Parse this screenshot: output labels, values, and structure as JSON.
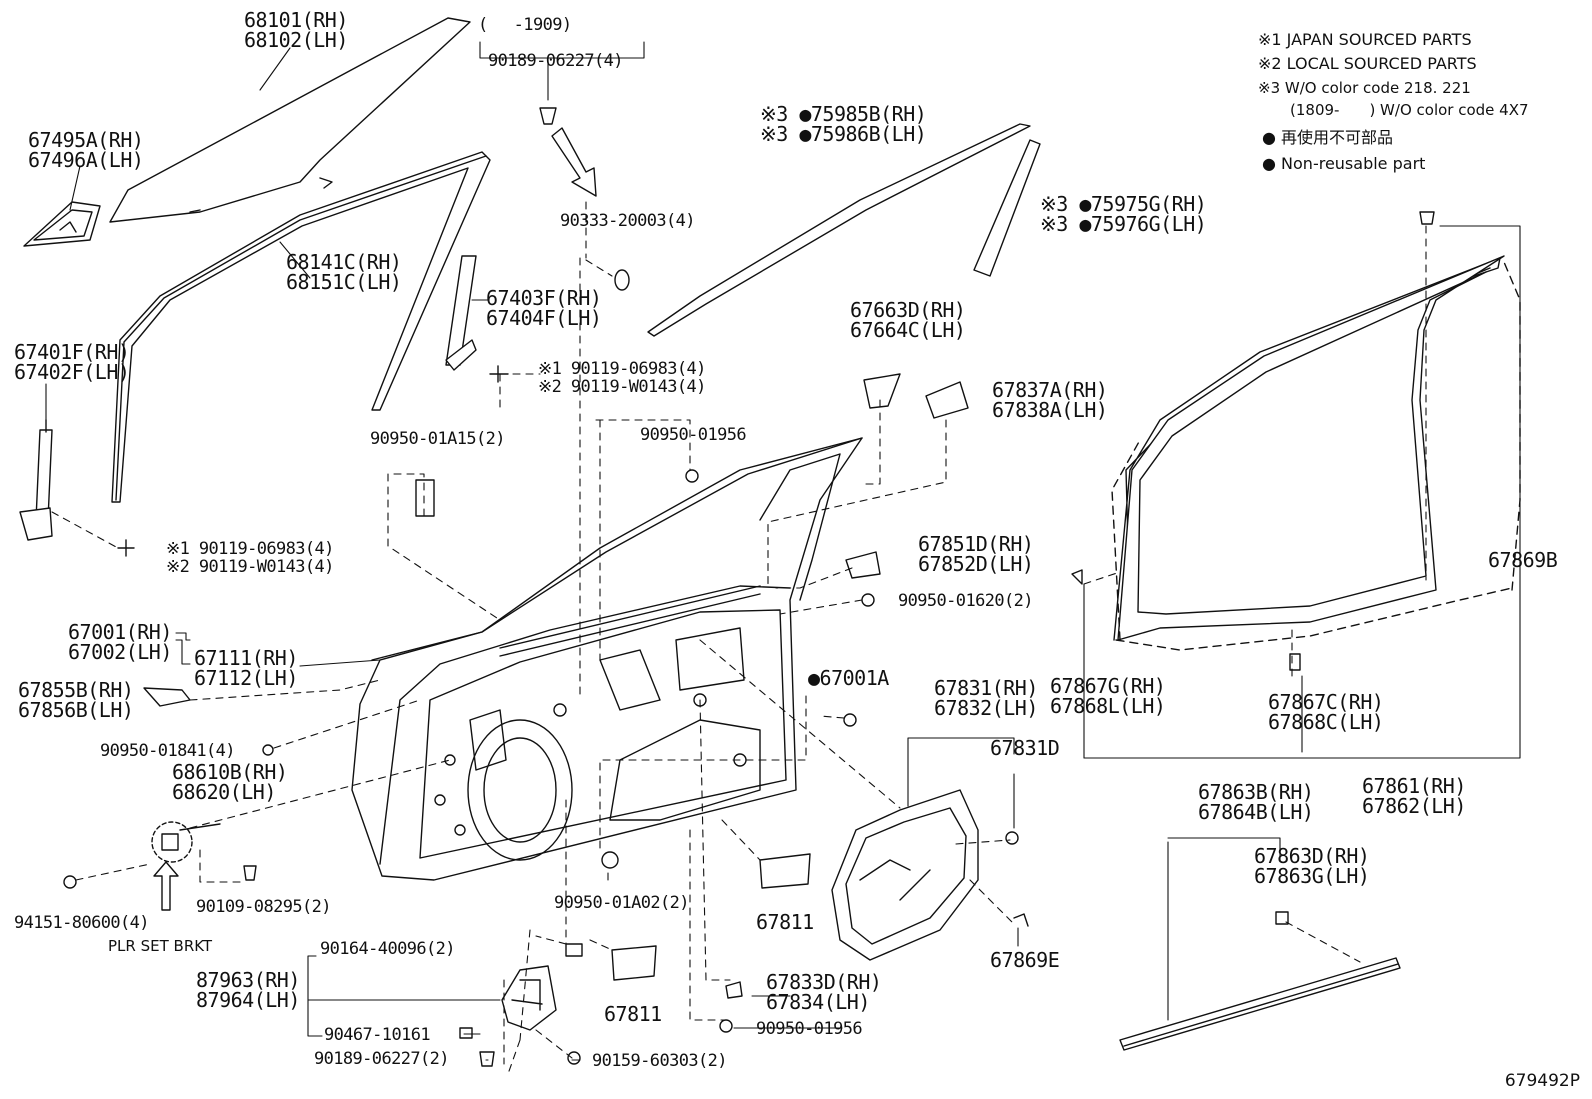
{
  "notes": [
    "※1 JAPAN SOURCED PARTS",
    "※2 LOCAL SOURCED PARTS",
    "※3 W/O color code 218. 221",
    "(1809-　　) W/O color code 4X7",
    "● 再使用不可部品",
    "● Non-reusable part"
  ],
  "figure_number": "679492P",
  "icons": [
    "non-reusable-dot-icon",
    "arrow-down-icon",
    "arrow-up-icon"
  ],
  "labels": [
    {
      "name": "label-68101",
      "lines": [
        "68101(RH)",
        "68102(LH)"
      ]
    },
    {
      "name": "label-67495a",
      "lines": [
        "67495A(RH)",
        "67496A(LH)"
      ]
    },
    {
      "name": "label-68141c",
      "lines": [
        "68141C(RH)",
        "68151C(LH)"
      ]
    },
    {
      "name": "label-67401f",
      "lines": [
        "67401F(RH)",
        "67402F(LH)"
      ]
    },
    {
      "name": "label-screw-left",
      "lines": [
        "※1 90119-06983(4)",
        "※2 90119-W0143(4)"
      ]
    },
    {
      "name": "label-1909",
      "lines": [
        "(　 -1909)"
      ]
    },
    {
      "name": "label-90189-top",
      "lines": [
        "90189-06227(4)"
      ]
    },
    {
      "name": "label-90333",
      "lines": [
        "90333-20003(4)"
      ]
    },
    {
      "name": "label-67403f",
      "lines": [
        "67403F(RH)",
        "67404F(LH)"
      ]
    },
    {
      "name": "label-screw-mid",
      "lines": [
        "※1 90119-06983(4)",
        "※2 90119-W0143(4)"
      ]
    },
    {
      "name": "label-90950-01a15",
      "lines": [
        "90950-01A15(2)"
      ]
    },
    {
      "name": "label-90950-01956-top",
      "lines": [
        "90950-01956"
      ]
    },
    {
      "name": "label-75985b",
      "lines": [
        "※3 ●75985B(RH)",
        "※3 ●75986B(LH)"
      ]
    },
    {
      "name": "label-75975g",
      "lines": [
        "※3 ●75975G(RH)",
        "※3 ●75976G(LH)"
      ]
    },
    {
      "name": "label-67663d",
      "lines": [
        "67663D(RH)",
        "67664C(LH)"
      ]
    },
    {
      "name": "label-67837a",
      "lines": [
        "67837A(RH)",
        "67838A(LH)"
      ]
    },
    {
      "name": "label-67851d",
      "lines": [
        "67851D(RH)",
        "67852D(LH)"
      ]
    },
    {
      "name": "label-90950-01620",
      "lines": [
        "90950-01620(2)"
      ]
    },
    {
      "name": "label-67001",
      "lines": [
        "67001(RH)",
        "67002(LH)"
      ]
    },
    {
      "name": "label-67111",
      "lines": [
        "67111(RH)",
        "67112(LH)"
      ]
    },
    {
      "name": "label-67855b",
      "lines": [
        "67855B(RH)",
        "67856B(LH)"
      ]
    },
    {
      "name": "label-90950-01841",
      "lines": [
        "90950-01841(4)"
      ]
    },
    {
      "name": "label-68610b",
      "lines": [
        "68610B(RH)",
        "68620(LH)"
      ]
    },
    {
      "name": "label-94151",
      "lines": [
        "94151-80600(4)"
      ]
    },
    {
      "name": "label-plr-set-brkt",
      "lines": [
        "PLR SET BRKT"
      ]
    },
    {
      "name": "label-90109",
      "lines": [
        "90109-08295(2)"
      ]
    },
    {
      "name": "label-67001a",
      "lines": [
        "●67001A"
      ]
    },
    {
      "name": "label-67831",
      "lines": [
        "67831(RH)",
        "67832(LH)"
      ]
    },
    {
      "name": "label-67831d",
      "lines": [
        "67831D"
      ]
    },
    {
      "name": "label-90950-01a02",
      "lines": [
        "90950-01A02(2)"
      ]
    },
    {
      "name": "label-67811-center",
      "lines": [
        "67811"
      ]
    },
    {
      "name": "label-67869e",
      "lines": [
        "67869E"
      ]
    },
    {
      "name": "label-90164",
      "lines": [
        "90164-40096(2)"
      ]
    },
    {
      "name": "label-87963",
      "lines": [
        "87963(RH)",
        "87964(LH)"
      ]
    },
    {
      "name": "label-67811-bottom",
      "lines": [
        "67811"
      ]
    },
    {
      "name": "label-67833d",
      "lines": [
        "67833D(RH)",
        "67834(LH)"
      ]
    },
    {
      "name": "label-90467",
      "lines": [
        "90467-10161"
      ]
    },
    {
      "name": "label-90950-01956-bottom",
      "lines": [
        "90950-01956"
      ]
    },
    {
      "name": "label-90189-bottom",
      "lines": [
        "90189-06227(2)"
      ]
    },
    {
      "name": "label-90159",
      "lines": [
        "90159-60303(2)"
      ]
    },
    {
      "name": "label-67869b",
      "lines": [
        "67869B"
      ]
    },
    {
      "name": "label-67867g",
      "lines": [
        "67867G(RH)",
        "67868L(LH)"
      ]
    },
    {
      "name": "label-67867c",
      "lines": [
        "67867C(RH)",
        "67868C(LH)"
      ]
    },
    {
      "name": "label-67861",
      "lines": [
        "67861(RH)",
        "67862(LH)"
      ]
    },
    {
      "name": "label-67863b",
      "lines": [
        "67863B(RH)",
        "67864B(LH)"
      ]
    },
    {
      "name": "label-67863d",
      "lines": [
        "67863D(RH)",
        "67863G(LH)"
      ]
    }
  ]
}
